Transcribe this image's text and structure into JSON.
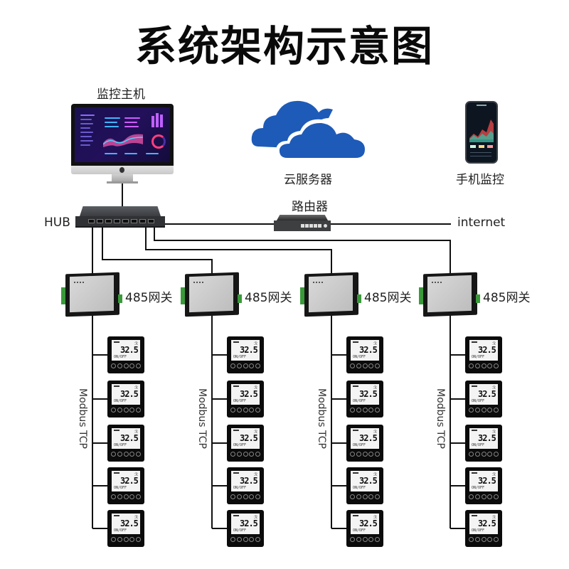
{
  "title": "系统架构示意图",
  "nodes": {
    "host": {
      "label": "监控主机",
      "icon": "desktop-monitor-icon"
    },
    "cloud": {
      "label": "云服务器",
      "icon": "cloud-icon",
      "color": "#1e5bb8"
    },
    "mobile": {
      "label": "手机监控",
      "icon": "smartphone-icon"
    },
    "hub": {
      "label": "HUB",
      "icon": "network-switch-icon"
    },
    "router": {
      "label": "路由器",
      "icon": "router-icon"
    },
    "internet": {
      "label": "internet"
    }
  },
  "gateways": [
    {
      "label": "485网关",
      "bus_label": "Modbus TCP",
      "thermostats": [
        {
          "reading": "32.5"
        },
        {
          "reading": "32.5"
        },
        {
          "reading": "32.5"
        },
        {
          "reading": "32.5"
        },
        {
          "reading": "32.5"
        }
      ]
    },
    {
      "label": "485网关",
      "bus_label": "Modbus TCP",
      "thermostats": [
        {
          "reading": "32.5"
        },
        {
          "reading": "32.5"
        },
        {
          "reading": "32.5"
        },
        {
          "reading": "32.5"
        },
        {
          "reading": "32.5"
        }
      ]
    },
    {
      "label": "485网关",
      "bus_label": "Modbus TCP",
      "thermostats": [
        {
          "reading": "32.5"
        },
        {
          "reading": "32.5"
        },
        {
          "reading": "32.5"
        },
        {
          "reading": "32.5"
        },
        {
          "reading": "32.5"
        }
      ]
    },
    {
      "label": "485网关",
      "bus_label": "Modbus TCP",
      "thermostats": [
        {
          "reading": "32.5"
        },
        {
          "reading": "32.5"
        },
        {
          "reading": "32.5"
        },
        {
          "reading": "32.5"
        },
        {
          "reading": "32.5"
        }
      ]
    }
  ],
  "thermostat_display": {
    "mode_glyph": "ℛ",
    "status_text": "ON/OFF"
  },
  "colors": {
    "line": "#111111",
    "terminal_green": "#3a9a3a",
    "cloud_blue": "#1e5bb8"
  }
}
